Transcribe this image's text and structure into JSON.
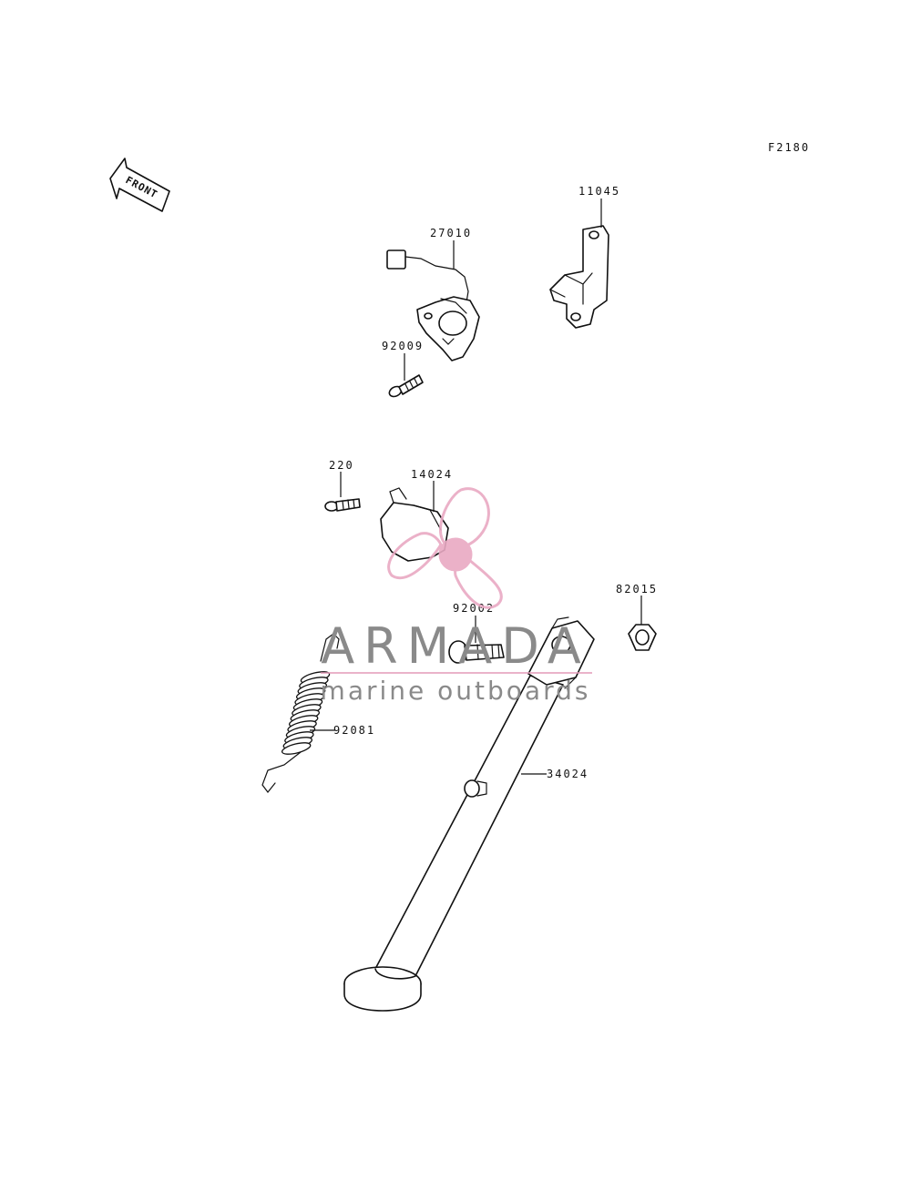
{
  "diagram": {
    "code": "F2180",
    "front_label": "FRONT",
    "callouts": {
      "p11045": "11045",
      "p27010": "27010",
      "p92009": "92009",
      "p220": "220",
      "p14024": "14024",
      "p92002": "92002",
      "p82015": "82015",
      "p92081": "92081",
      "p34024": "34024"
    }
  },
  "watermark": {
    "title": "ARMADA",
    "subtitle": "marine outboards",
    "colors": {
      "propeller": "#e9a9c3",
      "text": "#8a8a8a",
      "line": "#e39ab8"
    }
  }
}
